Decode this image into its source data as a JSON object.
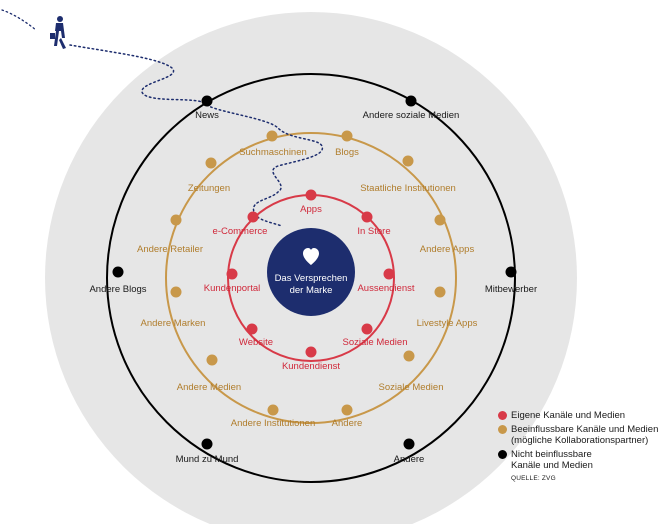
{
  "colors": {
    "own": "#d83a48",
    "influenceable": "#c8984a",
    "uninfluenceable": "#000000",
    "center": "#1d2d6e",
    "background_disc": "#e6e6e6",
    "walker": "#1d2d6e"
  },
  "center": {
    "icon": "heart-icon",
    "line1": "Das Versprechen",
    "line2": "der Marke"
  },
  "rings": {
    "outer": [
      "News",
      "Andere soziale Medien",
      "Mitbewerber",
      "Andere",
      "Mund zu Mund",
      "Andere Blogs"
    ],
    "middle": [
      "Suchmaschinen",
      "Blogs",
      "Staatliche Institutionen",
      "Andere Apps",
      "Livestyle Apps",
      "Soziale Medien",
      "Andere",
      "Andere Institutionen",
      "Andere Medien",
      "Andere Marken",
      "Andere Retailer",
      "Zeitungen"
    ],
    "inner": [
      "Apps",
      "In Store",
      "Aussendienst",
      "Soziale Medien",
      "Kundendienst",
      "Website",
      "Kundenportal",
      "e-Commerce"
    ]
  },
  "legend": {
    "items": [
      {
        "label": "Eigene Kanäle und Medien",
        "color": "#d83a48"
      },
      {
        "label": "Beeinflussbare Kanäle und Medien",
        "label2": "(mögliche Kollaborationspartner)",
        "color": "#c8984a"
      },
      {
        "label": "Nicht beinflussbare",
        "label2": "Kanäle und Medien",
        "color": "#000000"
      }
    ],
    "source": "QUELLE: ZVG"
  }
}
